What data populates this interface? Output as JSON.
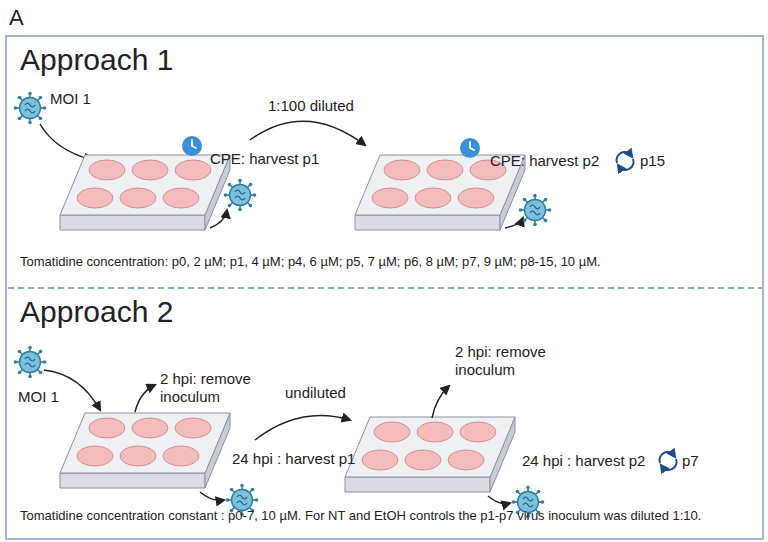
{
  "diagram": {
    "nodes": [
      {
        "text": [
          "A"
        ]
      }
    ],
    "labels": [
      "Approach 1",
      "MOI 1",
      "CPE: harvest p1",
      "1:100 diluted",
      "CPE: harvest p2",
      "p15",
      "Tomatidine concentration: p0, 2 µM; p1, 4 µM; p4, 6 µM; p5, 7 µM; p6, 8 µM; p7, 9 µM; p8-15, 10 µM.",
      "Approach 2",
      "MOI 1",
      "2 hpi: remove inoculum",
      "24 hpi : harvest p1",
      "undiluted",
      "2 hpi: remove inoculum",
      "24 hpi : harvest p2",
      "p7",
      "Tomatidine concentration constant : p0-7, 10 µM. For NT and EtOH controls the p1-p7 virus inoculum was diluted 1:10."
    ]
  }
}
